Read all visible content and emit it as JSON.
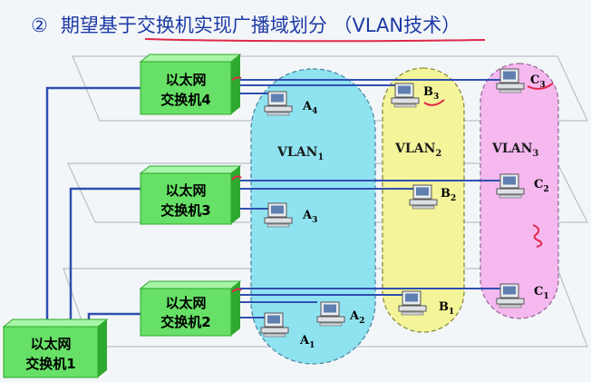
{
  "title": {
    "number": "②",
    "text": "期望基于交换机实现广播域划分 （VLAN技术）"
  },
  "switches": [
    {
      "id": "sw4",
      "line1": "以太网",
      "line2": "交换机4"
    },
    {
      "id": "sw3",
      "line1": "以太网",
      "line2": "交换机3"
    },
    {
      "id": "sw2",
      "line1": "以太网",
      "line2": "交换机2"
    },
    {
      "id": "sw1",
      "line1": "以太网",
      "line2": "交换机1"
    }
  ],
  "vlans": [
    {
      "id": "v1",
      "name": "VLAN",
      "sub": "1",
      "color": "#8fe3f1"
    },
    {
      "id": "v2",
      "name": "VLAN",
      "sub": "2",
      "color": "#f4f59a"
    },
    {
      "id": "v3",
      "name": "VLAN",
      "sub": "3",
      "color": "#f5b8ef"
    }
  ],
  "hosts": [
    {
      "id": "A4",
      "letter": "A",
      "sub": "4"
    },
    {
      "id": "A3",
      "letter": "A",
      "sub": "3"
    },
    {
      "id": "A2",
      "letter": "A",
      "sub": "2"
    },
    {
      "id": "A1",
      "letter": "A",
      "sub": "1"
    },
    {
      "id": "B3",
      "letter": "B",
      "sub": "3"
    },
    {
      "id": "B2",
      "letter": "B",
      "sub": "2"
    },
    {
      "id": "B1",
      "letter": "B",
      "sub": "1"
    },
    {
      "id": "C3",
      "letter": "C",
      "sub": "3"
    },
    {
      "id": "C2",
      "letter": "C",
      "sub": "2"
    },
    {
      "id": "C1",
      "letter": "C",
      "sub": "1"
    }
  ],
  "colors": {
    "title": "#1d3aa6",
    "switch_fill": "#66e066",
    "switch_top": "#a6f5a6",
    "switch_side": "#2ea82e",
    "link": "#2f4fb0",
    "floor": "#bfc6cc",
    "annotation": "#e0284a"
  }
}
